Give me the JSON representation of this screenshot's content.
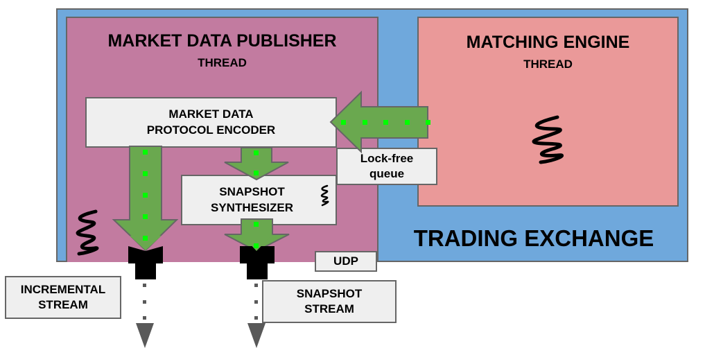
{
  "colors": {
    "exchange": "#6fa8dc",
    "publisher": "#c27ba0",
    "engine": "#ea9999",
    "box": "#efefef",
    "arrow_green": "#6aa84f",
    "dot_green": "#00ff00",
    "border": "#666666",
    "stream_arrow": "#595959"
  },
  "exchange": {
    "label": "TRADING EXCHANGE"
  },
  "publisher": {
    "title": "MARKET DATA PUBLISHER",
    "subtitle": "THREAD"
  },
  "engine": {
    "title": "MATCHING ENGINE",
    "subtitle": "THREAD"
  },
  "encoder": {
    "line1": "MARKET DATA",
    "line2": "PROTOCOL ENCODER"
  },
  "synthesizer": {
    "line1": "SNAPSHOT",
    "line2": "SYNTHESIZER"
  },
  "queue": {
    "line1": "Lock-free",
    "line2": "queue"
  },
  "udp": {
    "label": "UDP"
  },
  "incremental_stream": {
    "line1": "INCREMENTAL",
    "line2": "STREAM"
  },
  "snapshot_stream": {
    "line1": "SNAPSHOT",
    "line2": "STREAM"
  },
  "icons": {
    "thread_spring": "spring-icon",
    "socket": "socket-icon",
    "flow_arrow": "green-arrow",
    "stream_arrow": "triangle-down"
  }
}
